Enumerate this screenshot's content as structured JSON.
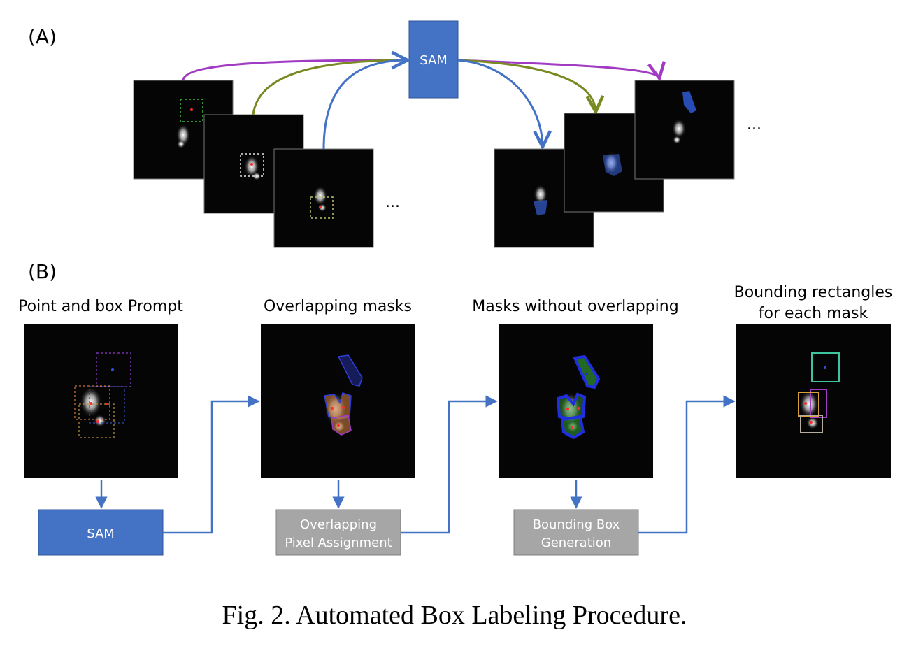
{
  "panel_a": {
    "label": "(A)",
    "model_label": "SAM",
    "ellipsis_left": "...",
    "ellipsis_right": "..."
  },
  "panel_b": {
    "label": "(B)",
    "stage_titles": [
      "Point and box Prompt",
      "Overlapping masks",
      "Masks without overlapping",
      "Bounding rectangles",
      "for each mask"
    ],
    "process_boxes": [
      {
        "line1": "SAM",
        "line2": ""
      },
      {
        "line1": "Overlapping",
        "line2": "Pixel Assignment"
      },
      {
        "line1": "Bounding Box",
        "line2": "Generation"
      }
    ]
  },
  "caption": "Fig. 2.  Automated Box Labeling Procedure.",
  "colors": {
    "sam_box": "#4472c4",
    "gray_box": "#a6a6a6",
    "arrow_blue": "#4472c4",
    "arrow_purple": "#a13bc3",
    "arrow_olive": "#7a8a22",
    "mask_blue": "#2f3fd6",
    "mask_green": "#2e8b2e",
    "mask_orange": "#c87a3c"
  }
}
